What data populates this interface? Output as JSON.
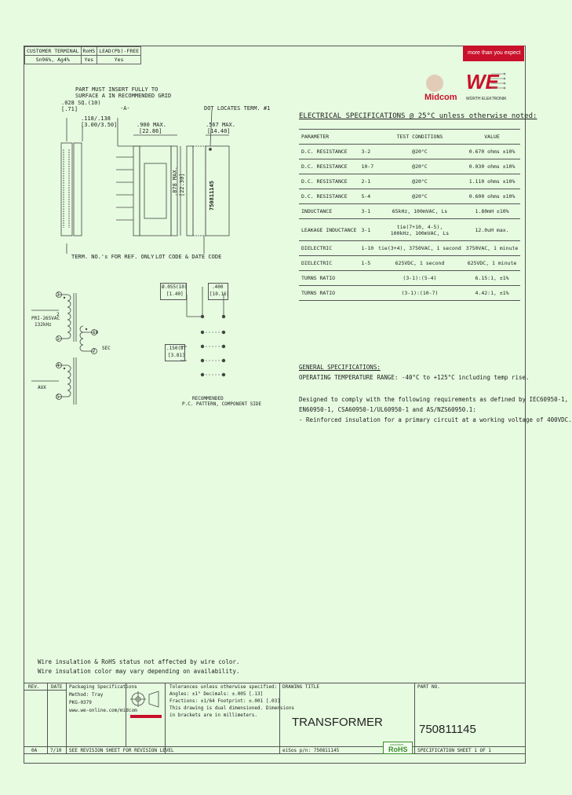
{
  "top_table": {
    "headers": [
      "CUSTOMER TERMINAL",
      "RoHS",
      "LEAD(Pb)-FREE"
    ],
    "row": [
      "Sn96%, Ag4%",
      "Yes",
      "Yes"
    ]
  },
  "brand": {
    "tagline": "more than you expect",
    "midcom": "Midcom",
    "we_logo": "WE",
    "wurth": "WÜRTH ELEKTRONIK",
    "colors": {
      "accent": "#c9112b",
      "background": "#e6fbe0"
    }
  },
  "drawing": {
    "insert_note": [
      "PART MUST INSERT FULLY TO",
      "SURFACE A IN RECOMMENDED GRID"
    ],
    "dim_028": ".028 SQ.(10)",
    "dim_028_mm": "[.71]",
    "dim_118": ".118/.138",
    "dim_118_mm": "[3.00/3.50]",
    "surface_a": "-A-",
    "dim_900": ".900 MAX.",
    "dim_900_mm": "[22.86]",
    "dim_567": ".567 MAX.",
    "dim_567_mm": "[14.40]",
    "dot_note": "DOT LOCATES TERM. #1",
    "dim_878": ".878 MAX.",
    "dim_878_mm": "[22.30]",
    "part_mark": "750811145",
    "term_note": "TERM. NO.'s FOR REF. ONLY",
    "lot_note": "LOT CODE & DATE CODE",
    "pri_label": "PRI-265VAC",
    "pri_freq": "132kHz",
    "sec_label": "SEC",
    "aux_label": "AUX",
    "pins": [
      "3",
      "2",
      "1",
      "4",
      "5",
      "10",
      "7"
    ],
    "dim_055": "Ø.055(10)",
    "dim_055_mm": "[1.40]",
    "dim_400": ".400",
    "dim_400_mm": "[10.16]",
    "dim_150": ".150(8)",
    "dim_150_mm": "[3.81]",
    "pcb_note": [
      "RECOMMENDED",
      "P.C. PATTERN, COMPONENT SIDE"
    ]
  },
  "elec": {
    "title": "ELECTRICAL SPECIFICATIONS @ 25°C unless otherwise noted:",
    "headers": [
      "PARAMETER",
      "TEST CONDITIONS",
      "VALUE"
    ],
    "rows": [
      [
        "D.C. RESISTANCE",
        "3-2",
        "@20°C",
        "0.670 ohms ±10%"
      ],
      [
        "D.C. RESISTANCE",
        "10-7",
        "@20°C",
        "0.030 ohms ±10%"
      ],
      [
        "D.C. RESISTANCE",
        "2-1",
        "@20°C",
        "1.110 ohms ±10%"
      ],
      [
        "D.C. RESISTANCE",
        "5-4",
        "@20°C",
        "0.600 ohms ±10%"
      ],
      [
        "INDUCTANCE",
        "3-1",
        "65kHz, 100mVAC, Ls",
        "1.80mH ±10%"
      ],
      [
        "LEAKAGE INDUCTANCE",
        "3-1",
        "tie(7+10, 4-5),|100kHz, 100mVAC, Ls",
        "12.0uH max."
      ],
      [
        "DIELECTRIC",
        "1-10",
        "tie(3+4), 3750VAC, 1 second",
        "3750VAC, 1 minute"
      ],
      [
        "DIELECTRIC",
        "1-5",
        "625VDC, 1 second",
        "625VDC, 1 minute"
      ],
      [
        "TURNS RATIO",
        "",
        "(3-1):(5-4)",
        "6.15:1, ±1%"
      ],
      [
        "TURNS RATIO",
        "",
        "(3-1):(10-7)",
        "4.42:1, ±1%"
      ]
    ]
  },
  "general": {
    "title": "GENERAL SPECIFICATIONS:",
    "operating": "OPERATING TEMPERATURE RANGE: -40°C to +125°C including temp rise.",
    "design": [
      "Designed to comply with the following requirements as defined by IEC60950-1,",
      "EN60950-1, CSA60950-1/UL60950-1 and AS/NZS60950.1:",
      "- Reinforced insulation for a primary circuit at a working voltage of 400VDC."
    ]
  },
  "notes": [
    "Wire insulation & RoHS status not affected by wire color.",
    "Wire insulation color may vary depending on availability."
  ],
  "title_block": {
    "rev_label": "REV.",
    "date_label": "DATE",
    "rev": "0A",
    "date": "7/10",
    "packaging": [
      "Packaging Specifications",
      "Method: Tray",
      "PKG-0379",
      "www.we-online.com/midcom"
    ],
    "revision_note": "SEE REVISION SHEET FOR REVISION LEVEL",
    "tolerance": [
      "Tolerances unless otherwise specified:",
      "Angles: ±1°        Decimals: ±.005 [.13]",
      "Fractions: ±1/64    Footprint: ±.001 [.03]",
      "This drawing is dual dimensioned. Dimensions",
      "in brackets are in millimeters."
    ],
    "drawing_title_label": "DRAWING TITLE",
    "drawing_title": "TRANSFORMER",
    "esos": "eiSos p/n: 750811145",
    "part_label": "PART NO.",
    "part_no": "750811145",
    "sheet": "SPECIFICATION SHEET 1 OF 1",
    "compliant": "compliant",
    "rohs": "RoHS"
  }
}
